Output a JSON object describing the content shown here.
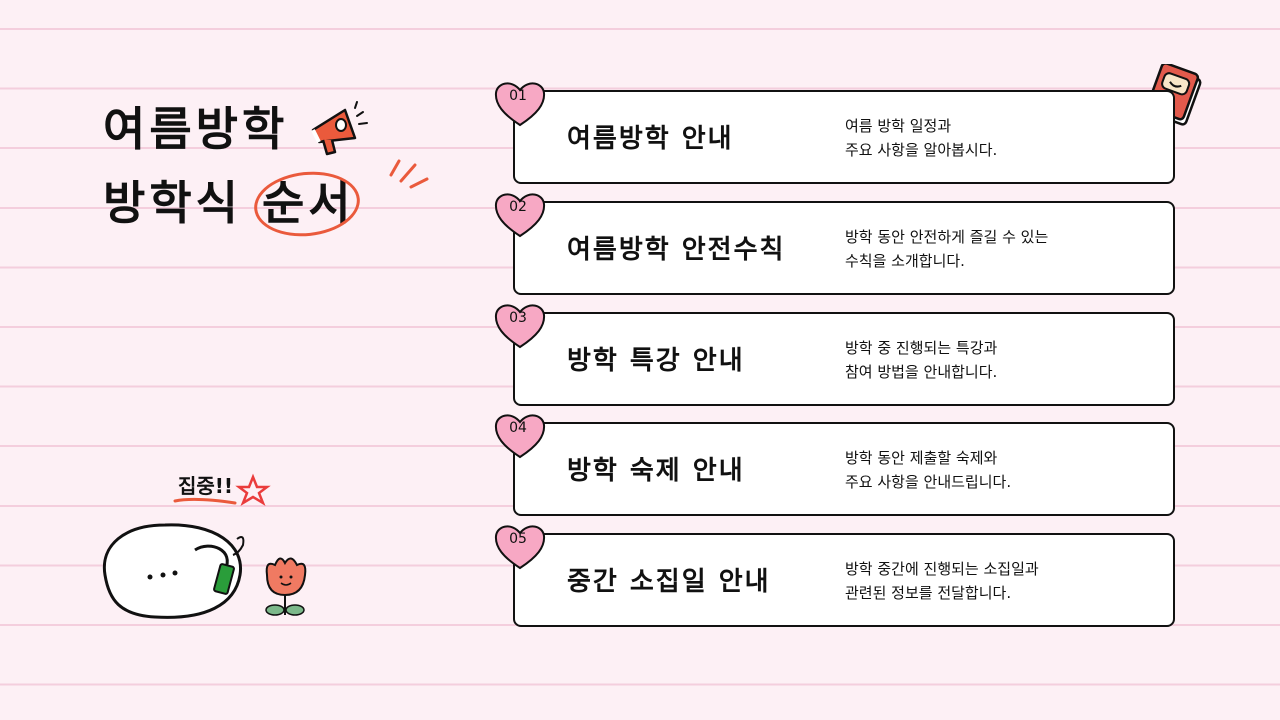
{
  "title": {
    "line1": "여름방학",
    "line2_prefix": "방학식 ",
    "line2_circled": "순서"
  },
  "decorations": {
    "megaphone_icon": "megaphone-icon",
    "book_icon": "book-icon",
    "mascot_caption": "집중!!",
    "star_icon": "star-icon",
    "flower_icon": "tulip-icon"
  },
  "colors": {
    "background": "#fdf0f5",
    "ruled_line": "#f4cedd",
    "heart": "#f7a8c4",
    "accent_red": "#ea5a3c",
    "card_border": "#111111"
  },
  "items": [
    {
      "num": "01",
      "heading": "여름방학 안내",
      "desc1": "여름 방학 일정과",
      "desc2": "주요 사항을 알아봅시다."
    },
    {
      "num": "02",
      "heading": "여름방학 안전수칙",
      "desc1": "방학 동안 안전하게 즐길 수 있는",
      "desc2": "수칙을 소개합니다."
    },
    {
      "num": "03",
      "heading": "방학 특강 안내",
      "desc1": "방학 중 진행되는 특강과",
      "desc2": "참여 방법을 안내합니다."
    },
    {
      "num": "04",
      "heading": "방학 숙제 안내",
      "desc1": "방학 동안 제출할 숙제와",
      "desc2": "주요 사항을 안내드립니다."
    },
    {
      "num": "05",
      "heading": "중간 소집일 안내",
      "desc1": "방학 중간에 진행되는 소집일과",
      "desc2": "관련된 정보를 전달합니다."
    }
  ]
}
